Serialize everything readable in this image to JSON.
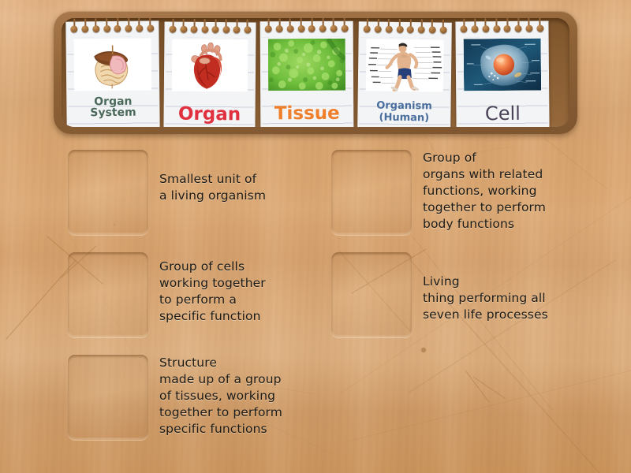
{
  "activity": {
    "type": "match-up",
    "board_background": "wood-desk",
    "tray_color": "#8e6236"
  },
  "tray": {
    "cards": [
      {
        "id": "organ-system",
        "label": "Organ System",
        "label_color": "#4c6a5c",
        "label_size": "14px",
        "image": "organ-system-digestive-illustration"
      },
      {
        "id": "organ",
        "label": "Organ",
        "label_color": "#e0313e",
        "label_size": "23px",
        "image": "human-heart-illustration"
      },
      {
        "id": "tissue",
        "label": "Tissue",
        "label_color": "#ef7f2a",
        "label_size": "23px",
        "image": "green-leaf-tissue-photo"
      },
      {
        "id": "organism-human",
        "label": "Organism",
        "label_line2": "(Human)",
        "label_color": "#4a6f9e",
        "label_size": "13px",
        "image": "labelled-human-body-diagram"
      },
      {
        "id": "cell",
        "label": "Cell",
        "label_color": "#4b4257",
        "label_size": "24px",
        "image": "animal-cell-diagram"
      }
    ]
  },
  "match_items": [
    {
      "column": "left",
      "order": 1,
      "dropzone_label": "",
      "definition": "Smallest unit of\na living organism"
    },
    {
      "column": "right",
      "order": 1,
      "dropzone_label": "",
      "definition": "Group of\norgans with related\nfunctions, working\ntogether to perform\nbody functions"
    },
    {
      "column": "left",
      "order": 2,
      "dropzone_label": "",
      "definition": "Group of cells\nworking together\nto perform a\nspecific function"
    },
    {
      "column": "right",
      "order": 2,
      "dropzone_label": "",
      "definition": "Living\nthing performing all\nseven life processes"
    },
    {
      "column": "left",
      "order": 3,
      "dropzone_label": "",
      "definition": "Structure\nmade up of a group\nof tissues, working\ntogether to perform\nspecific functions"
    }
  ]
}
